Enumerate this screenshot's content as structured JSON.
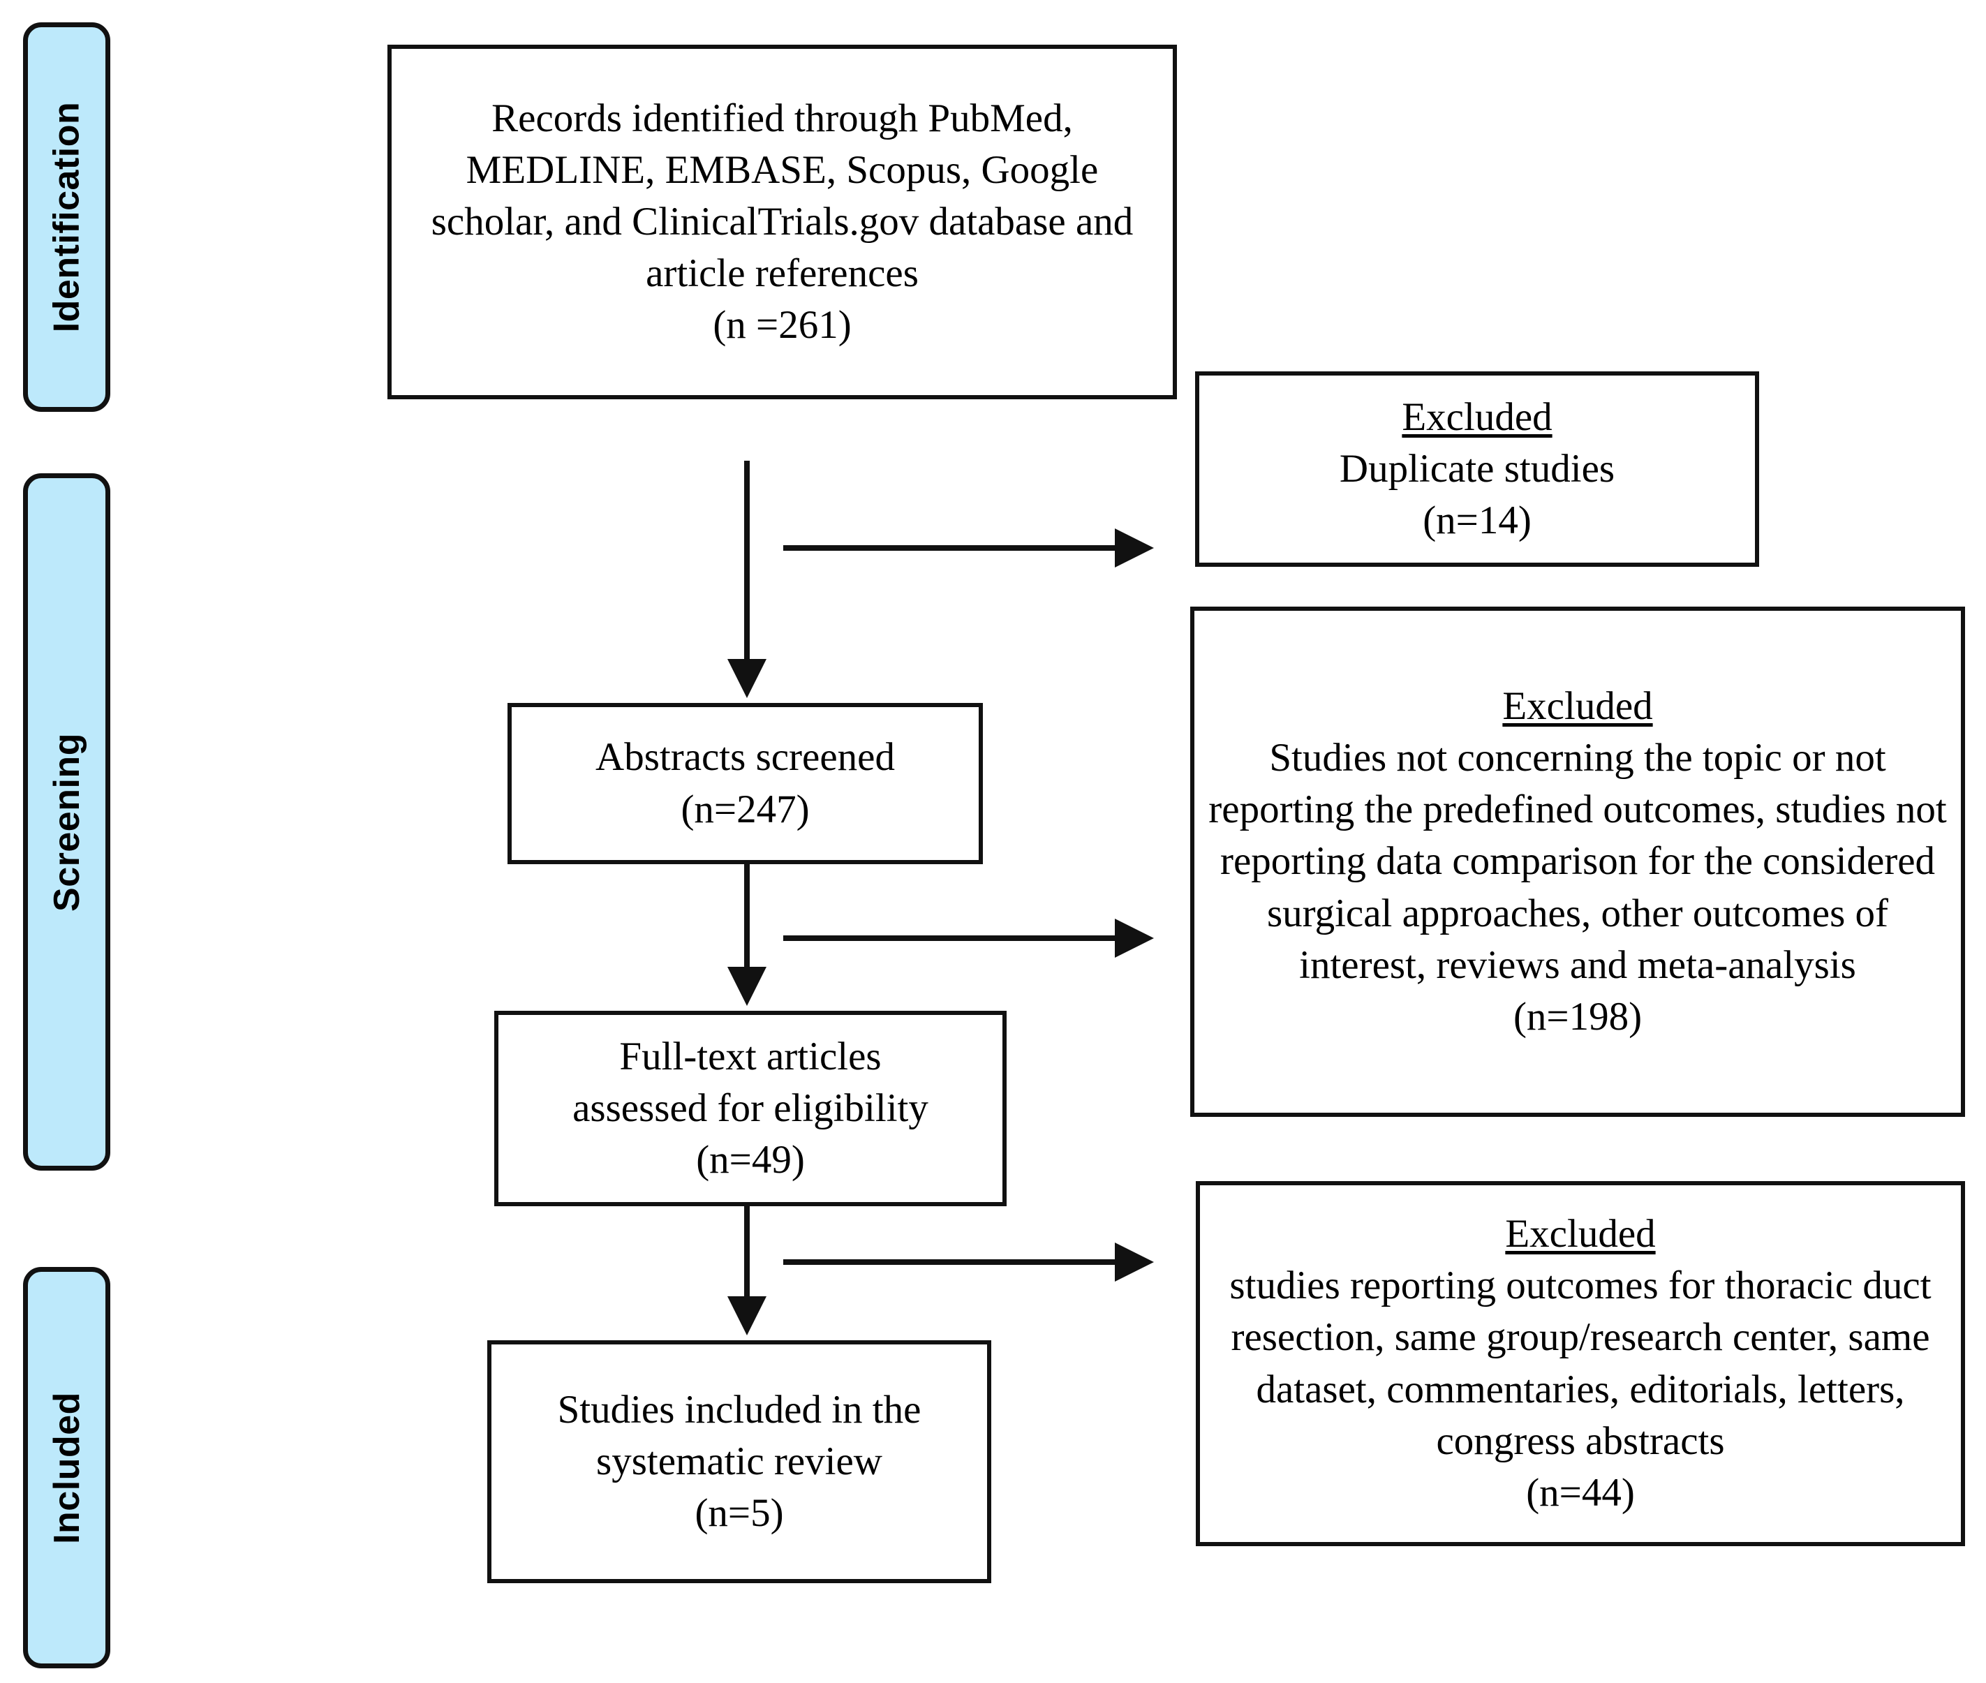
{
  "diagram": {
    "type": "prisma-flow-diagram",
    "stages": [
      {
        "label": "Identification"
      },
      {
        "label": "Screening"
      },
      {
        "label": "Included"
      }
    ],
    "flow_boxes": [
      {
        "id": "records-identified",
        "text": "Records identified through PubMed, MEDLINE, EMBASE, Scopus, Google scholar, and ClinicalTrials.gov database and article references\n(n =261)",
        "n": 261
      },
      {
        "id": "abstracts-screened",
        "text": "Abstracts screened\n(n=247)",
        "n": 247
      },
      {
        "id": "full-text-assessed",
        "text": "Full-text articles\nassessed for eligibility\n(n=49)",
        "n": 49
      },
      {
        "id": "studies-included",
        "text": "Studies included in the\nsystematic review\n(n=5)",
        "n": 5
      }
    ],
    "excluded_boxes": [
      {
        "id": "excluded-duplicates",
        "heading": "Excluded",
        "text": "Duplicate studies\n(n=14)",
        "n": 14
      },
      {
        "id": "excluded-screening",
        "heading": "Excluded",
        "text": "Studies not concerning the topic or not reporting the predefined outcomes, studies not reporting data comparison for the considered surgical approaches, other outcomes of interest, reviews and meta-analysis\n(n=198)",
        "n": 198
      },
      {
        "id": "excluded-eligibility",
        "heading": "Excluded",
        "text": "studies reporting outcomes for thoracic duct resection, same group/research center, same dataset, commentaries, editorials, letters, congress abstracts\n(n=44)",
        "n": 44
      }
    ],
    "colors": {
      "stage_fill": "#bde9fb",
      "stroke": "#111111",
      "box_fill": "#ffffff",
      "text": "#000000"
    }
  }
}
